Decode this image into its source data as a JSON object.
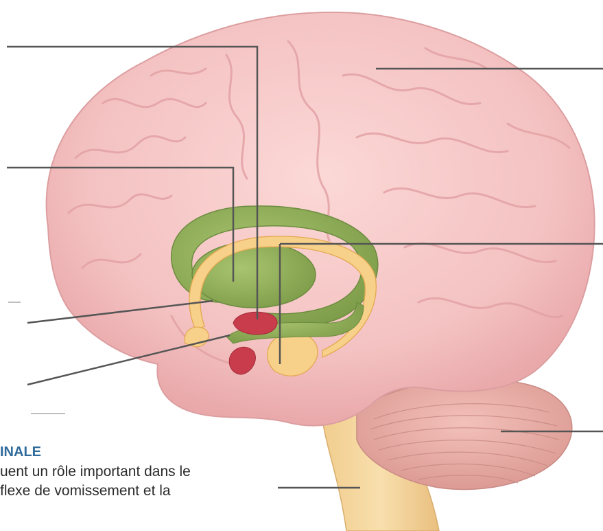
{
  "caption": {
    "heading": "INALE",
    "lines": [
      "uent un rôle important dans le",
      "flexe de vomissement et la"
    ]
  },
  "colors": {
    "cortex": "#f4c2c2",
    "cortex_shadow": "#e8a7a8",
    "basal_ganglia": "#8fae5a",
    "hippocampus_fornix": "#f7d08a",
    "amygdala_mammillary": "#c93c4c",
    "cerebellum": "#e7aca4",
    "brainstem": "#f3d59c",
    "leader_lines": "#555555",
    "caption_heading": "#2f6a9b"
  },
  "structures": [
    {
      "id": "cerebrum",
      "icon": "cerebrum-shape"
    },
    {
      "id": "basal-ganglia",
      "icon": "basal-ganglia-shape"
    },
    {
      "id": "thalamus",
      "icon": "thalamus-shape"
    },
    {
      "id": "fornix",
      "icon": "fornix-arc"
    },
    {
      "id": "hippocampus",
      "icon": "hippocampus-shape"
    },
    {
      "id": "amygdala",
      "icon": "amygdala-shape"
    },
    {
      "id": "cerebellum",
      "icon": "cerebellum-shape"
    },
    {
      "id": "brainstem",
      "icon": "brainstem-shape"
    }
  ]
}
